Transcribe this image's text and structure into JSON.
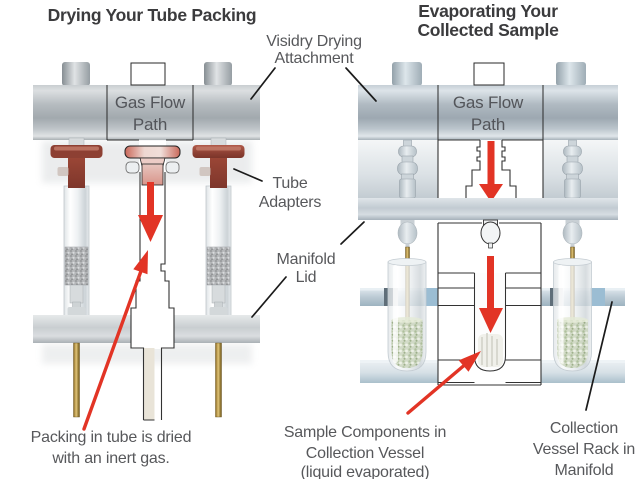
{
  "titles": {
    "left": "Drying Your Tube Packing",
    "right": [
      "Evaporating Your",
      "Collected Sample"
    ]
  },
  "apparatus_labels": {
    "gas_flow": [
      "Gas Flow",
      "Path"
    ],
    "visidry": [
      "Visidry Drying",
      "Attachment"
    ],
    "tube_adapters": [
      "Tube",
      "Adapters"
    ],
    "manifold_lid": [
      "Manifold",
      "Lid"
    ],
    "packing_note": [
      "Packing in tube is dried",
      "with an inert gas."
    ],
    "sample_note": [
      "Sample Components in",
      "Collection Vessel",
      "(liquid evaporated)"
    ],
    "rack_note": [
      "Collection",
      "Vessel Rack in",
      "Manifold"
    ]
  },
  "colors": {
    "title_text": "#3b3b3d",
    "label_text": "#57585b",
    "arrow_red": "#e23425",
    "adapter_red": "#8d4033",
    "needle_gold": "#b08c35",
    "manifold_silver": "#aeb5b9",
    "rack_blue": "#b9c9d5",
    "sample_green": "#c3cfb4",
    "pointer_black": "#1b1b1b"
  }
}
